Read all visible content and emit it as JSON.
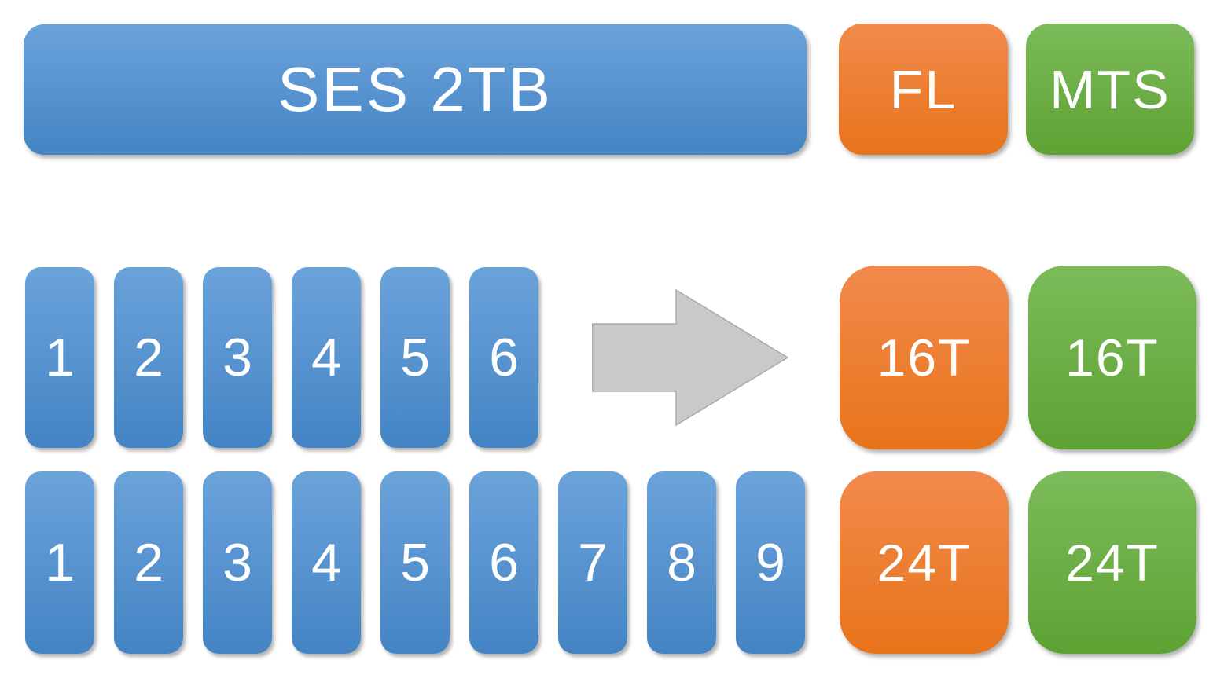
{
  "header": {
    "ses_label": "SES 2TB",
    "fl_label": "FL",
    "mts_label": "MTS"
  },
  "row1": {
    "bars": [
      "1",
      "2",
      "3",
      "4",
      "5",
      "6"
    ],
    "fl_capacity": "16T",
    "mts_capacity": "16T"
  },
  "row2": {
    "bars": [
      "1",
      "2",
      "3",
      "4",
      "5",
      "6",
      "7",
      "8",
      "9"
    ],
    "fl_capacity": "24T",
    "mts_capacity": "24T"
  },
  "icons": {
    "arrow": "right-arrow"
  },
  "colors": {
    "blue_top": "#6BA3DB",
    "blue_bottom": "#4484C4",
    "orange_top": "#F28A4C",
    "orange_bottom": "#E8741A",
    "green_top": "#7CBB5A",
    "green_bottom": "#5EA233",
    "arrow_fill": "#C9C9C9",
    "arrow_stroke": "#ABABAB"
  }
}
